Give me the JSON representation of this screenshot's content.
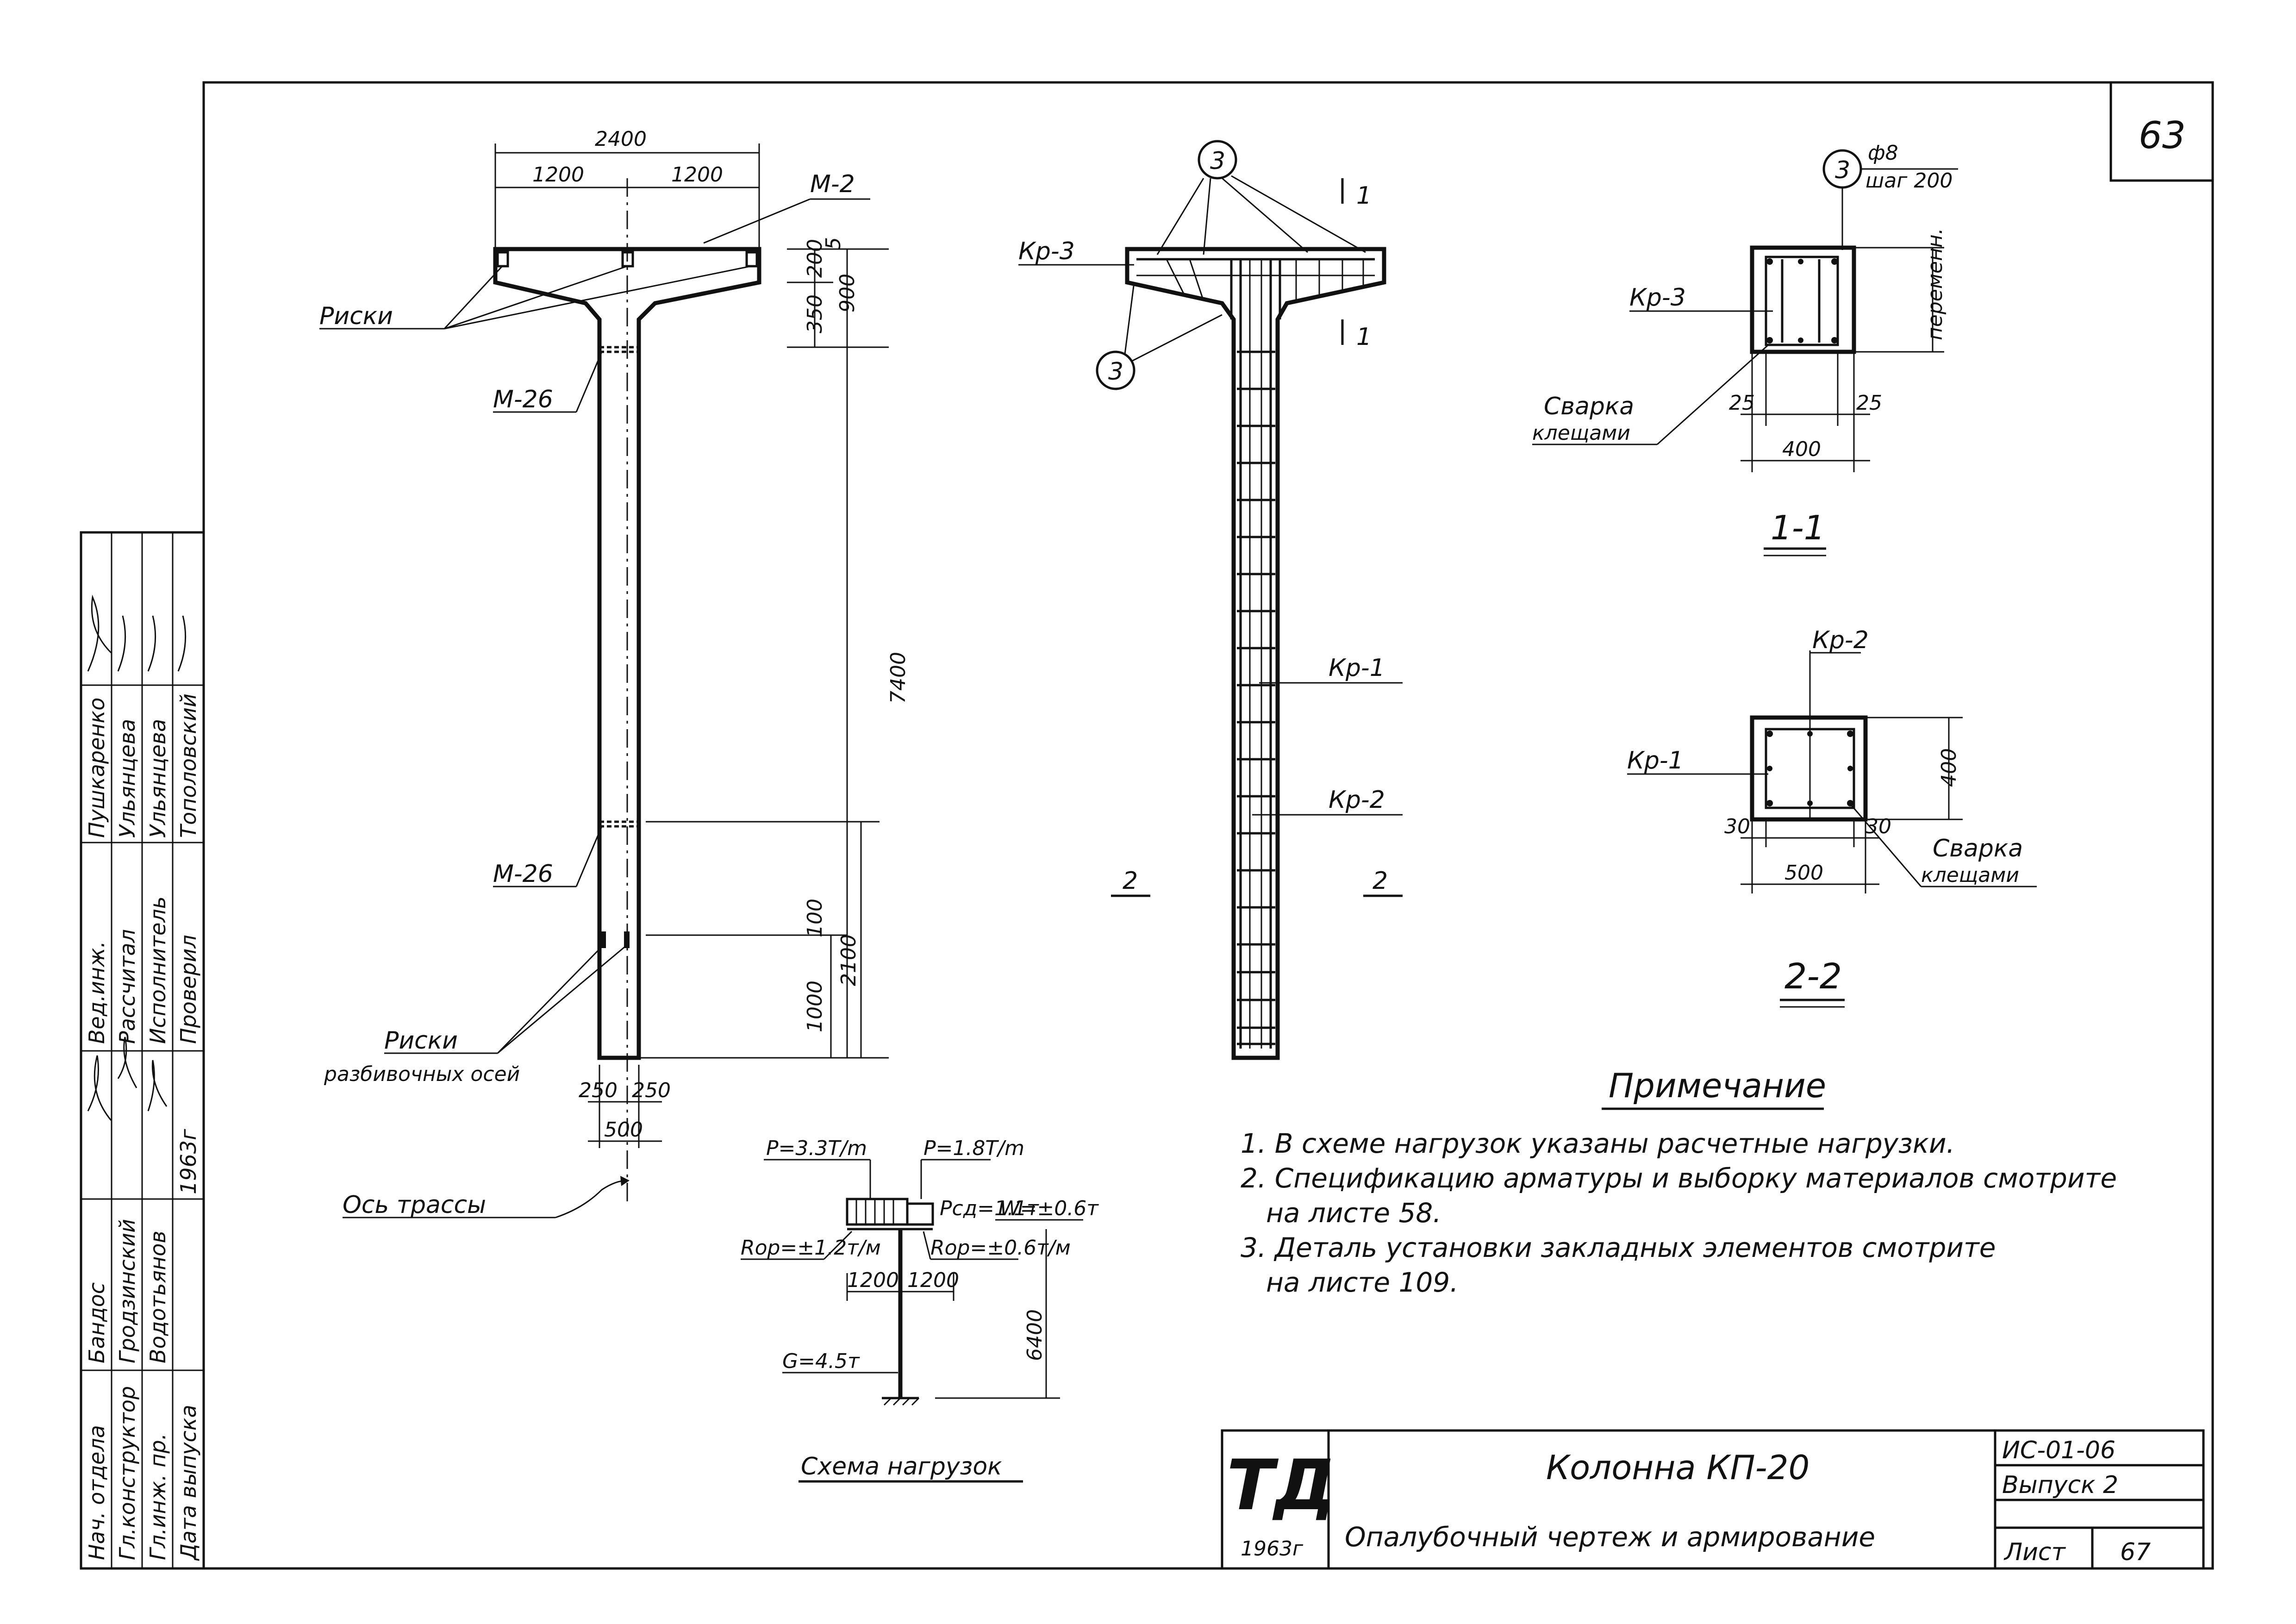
{
  "sheet": {
    "page_corner": "63",
    "sheet_label": "Лист",
    "sheet_number": "67",
    "doc_code": "ИС-01-06",
    "issue": "Выпуск 2",
    "org_year": "1963г"
  },
  "title": {
    "name": "Колонна КП-20",
    "subtitle": "Опалубочный чертеж и армирование",
    "logo": "ТД"
  },
  "formwork": {
    "dim_total": "2400",
    "dim_half_left": "1200",
    "dim_half_right": "1200",
    "embed_top": "М-2",
    "embed_mid1": "М-26",
    "embed_mid2": "М-26",
    "marks_label_top": "Риски",
    "marks_label_bottom": "Риски",
    "marks_label_bottom_sub": "разбивочных осей",
    "dim_200": "200",
    "dim_350": "350",
    "dim_5": "5",
    "dim_900": "900",
    "dim_7400": "7400",
    "dim_100": "100",
    "dim_1000": "1000",
    "dim_2100": "2100",
    "dim_base_left": "250",
    "dim_base_right": "250",
    "dim_base_total": "500",
    "axis_label": "Ось трассы"
  },
  "reinforcement": {
    "pos3_a": "3",
    "pos3_b": "3",
    "cage_kr3": "Кр-3",
    "cage_kr1": "Кр-1",
    "cage_kr2": "Кр-2",
    "cut_11_top": "1",
    "cut_11_bottom": "1",
    "cut_2_left": "2",
    "cut_2_right": "2"
  },
  "section_11": {
    "pos": "3",
    "bar": "ф8",
    "step": "шаг 200",
    "cage": "Кр-3",
    "weld_label": "Сварка",
    "weld_label2": "клещами",
    "dim_left": "25",
    "dim_right": "25",
    "dim_width": "400",
    "dim_height": "переменн.",
    "title": "1-1"
  },
  "section_22": {
    "cage_top": "Кр-2",
    "cage_left": "Кр-1",
    "dim_height": "400",
    "dim_left": "30",
    "dim_right": "30",
    "dim_width": "500",
    "weld_label": "Сварка",
    "weld_label2": "клещами",
    "title": "2-2"
  },
  "load_scheme": {
    "p_left": "P=3.3T/m",
    "p_right": "P=1.8T/m",
    "p_side": "Рсд=1.1т",
    "w": "W=±0.6т",
    "r_left": "Rор=±1.2т/м",
    "r_right": "Rор=±0.6т/м",
    "dim_left": "1200",
    "dim_right": "1200",
    "dim_height": "6400",
    "g": "G=4.5т",
    "title": "Схема нагрузок"
  },
  "notes": {
    "heading": "Примечание",
    "items": [
      "1. В схеме нагрузок указаны расчетные нагрузки.",
      "2. Спецификацию арматуры и выборку материалов смотрите",
      "на листе 58.",
      "3. Деталь установки закладных элементов смотрите",
      "на листе 109."
    ]
  },
  "stamp": {
    "rows": [
      [
        "Нач. отдела",
        "Бандос"
      ],
      [
        "Гл.конструктор",
        "Гродзинский"
      ],
      [
        "Гл.инж. пр.",
        "Водотьянов"
      ],
      [
        "Дата выпуска",
        "1963г"
      ]
    ],
    "rows2": [
      [
        "Вед.инж.",
        "Пушкаренко"
      ],
      [
        "Рассчитал",
        "Ульянцева"
      ],
      [
        "Исполнитель",
        "Ульянцева"
      ],
      [
        "Проверил",
        "Тополовский"
      ]
    ]
  }
}
